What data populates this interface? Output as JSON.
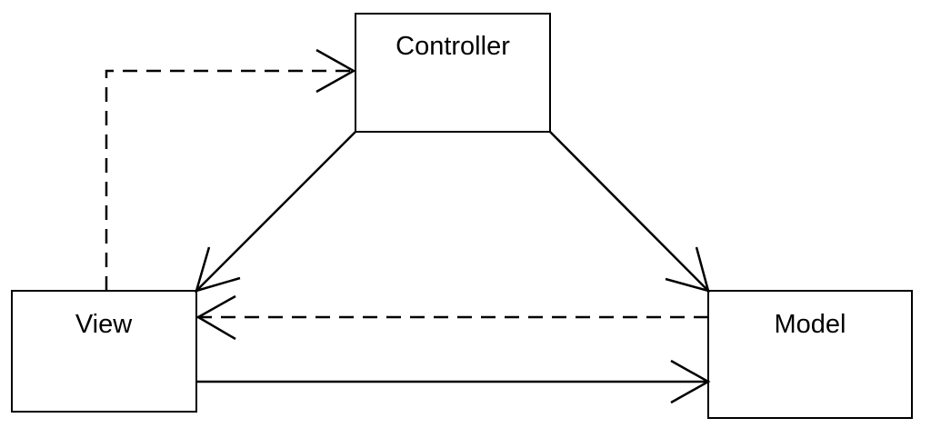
{
  "nodes": {
    "controller": {
      "label": "Controller"
    },
    "view": {
      "label": "View"
    },
    "model": {
      "label": "Model"
    }
  },
  "edges": [
    {
      "from": "Controller",
      "to": "View",
      "style": "solid"
    },
    {
      "from": "Controller",
      "to": "Model",
      "style": "solid"
    },
    {
      "from": "View",
      "to": "Model",
      "style": "solid"
    },
    {
      "from": "Model",
      "to": "View",
      "style": "dashed"
    },
    {
      "from": "View",
      "to": "Controller",
      "style": "dashed"
    }
  ],
  "colors": {
    "stroke": "#000000",
    "fill": "#ffffff"
  }
}
